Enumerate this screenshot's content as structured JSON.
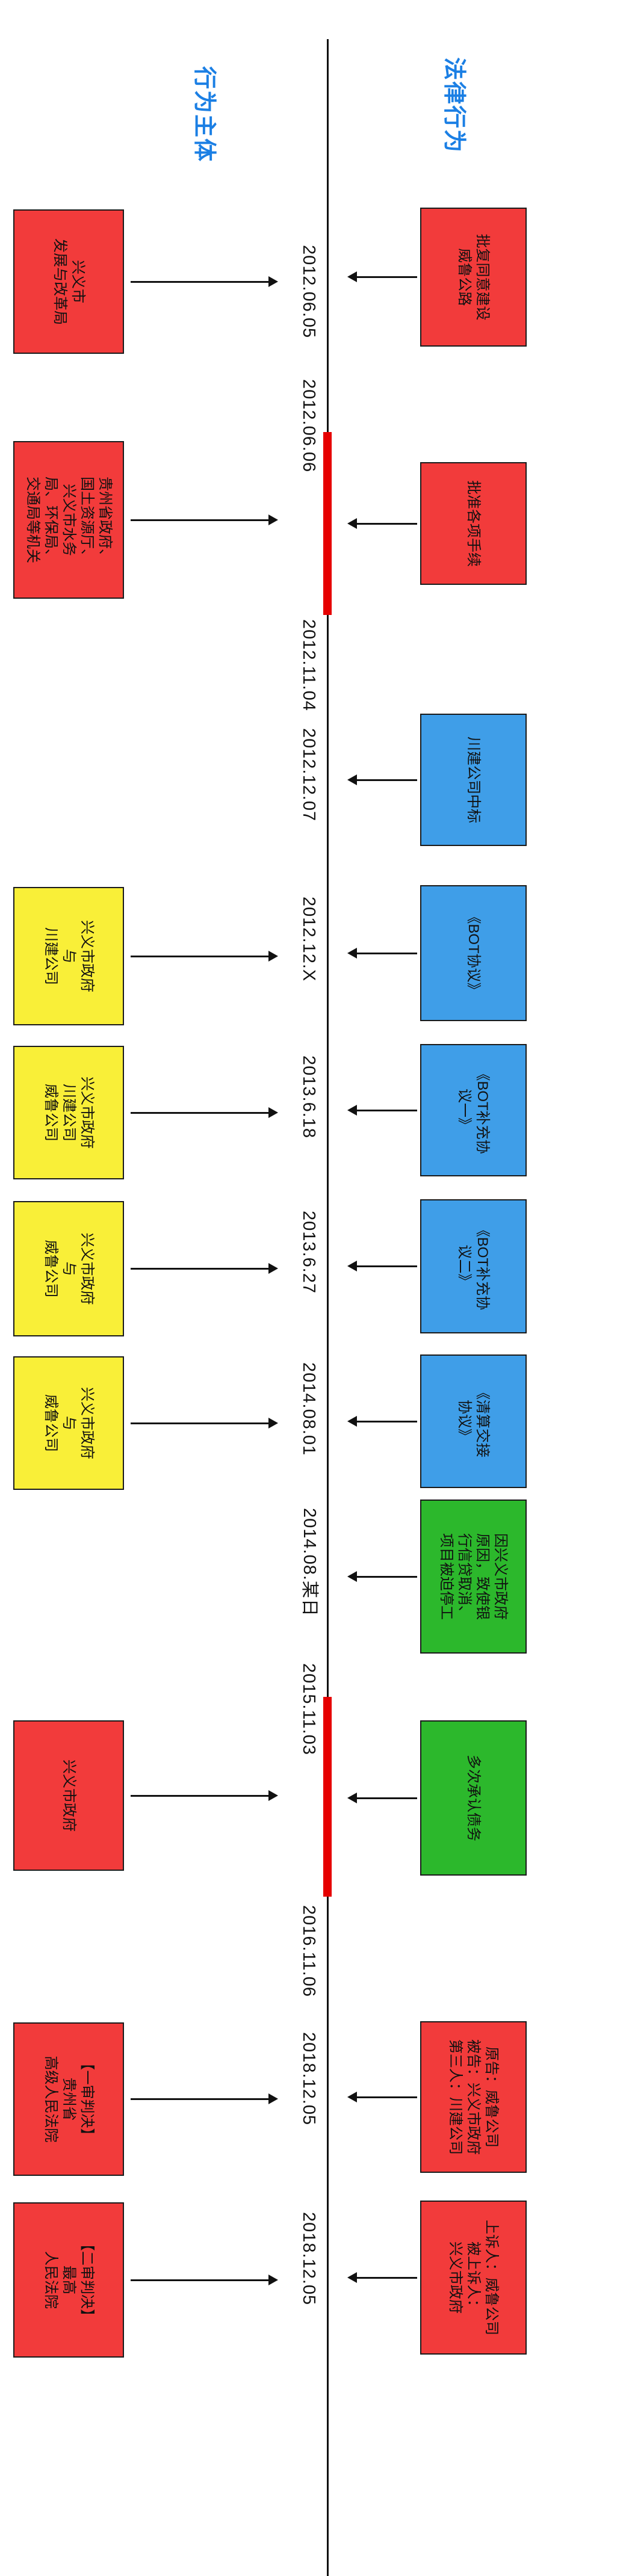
{
  "headers": {
    "left": "行为主体",
    "right": "法律行为"
  },
  "dates": [
    "2012.06.05",
    "2012.06.06",
    "2012.11.04",
    "2012.12.07",
    "2012.12.X",
    "2013.6.18",
    "2013.6.27",
    "2014.08.01",
    "2014.08.某日",
    "2015.11.03",
    "2016.11.06",
    "2018.12.05",
    "2018.12.05"
  ],
  "left_boxes": [
    {
      "lines": [
        "兴义市",
        "发展与改革局"
      ]
    },
    {
      "lines": [
        "贵州省政府、",
        "国土资源厅、",
        "兴义市水务",
        "局、环保局、",
        "交通局等机关"
      ]
    },
    {
      "lines": [
        "兴义市政府",
        "与",
        "川建公司"
      ]
    },
    {
      "lines": [
        "兴义市政府",
        "川建公司",
        "威鲁公司"
      ]
    },
    {
      "lines": [
        "兴义市政府",
        "与",
        "威鲁公司"
      ]
    },
    {
      "lines": [
        "兴义市政府",
        "与",
        "威鲁公司"
      ]
    },
    {
      "lines": [
        "兴义市政府"
      ]
    },
    {
      "lines": [
        "【一审判决】",
        "贵州省",
        "高级人民法院"
      ]
    },
    {
      "lines": [
        "【二审判决】",
        "最高",
        "人民法院"
      ]
    }
  ],
  "right_boxes": [
    {
      "lines": [
        "批复同意建设",
        "威鲁公路"
      ]
    },
    {
      "lines": [
        "批准各项手续"
      ]
    },
    {
      "lines": [
        "川建公司中标"
      ]
    },
    {
      "lines": [
        "《BOT协议》"
      ]
    },
    {
      "lines": [
        "《BOT补充协",
        "议一》"
      ]
    },
    {
      "lines": [
        "《BOT补充协",
        "议二》"
      ]
    },
    {
      "lines": [
        "《清算交接",
        "协议》"
      ]
    },
    {
      "lines": [
        "因兴义市政府",
        "原因，致使银",
        "行信贷取消、",
        "项目被迫停工"
      ]
    },
    {
      "lines": [
        "多次承认债务"
      ]
    },
    {
      "lines": [
        "原告：威鲁公司",
        "被告：兴义市政府",
        "第三人：川建公司"
      ]
    },
    {
      "lines": [
        "上诉人：威鲁公司",
        "被上诉人：",
        "兴义市政府"
      ]
    }
  ],
  "colors": {
    "red": "#f23b3b",
    "yellow": "#f9ef38",
    "blue": "#3f9ee8",
    "green": "#2cb82c",
    "header-blue": "#1b7fe4",
    "ink": "#111111",
    "segment-red": "#e60000"
  }
}
